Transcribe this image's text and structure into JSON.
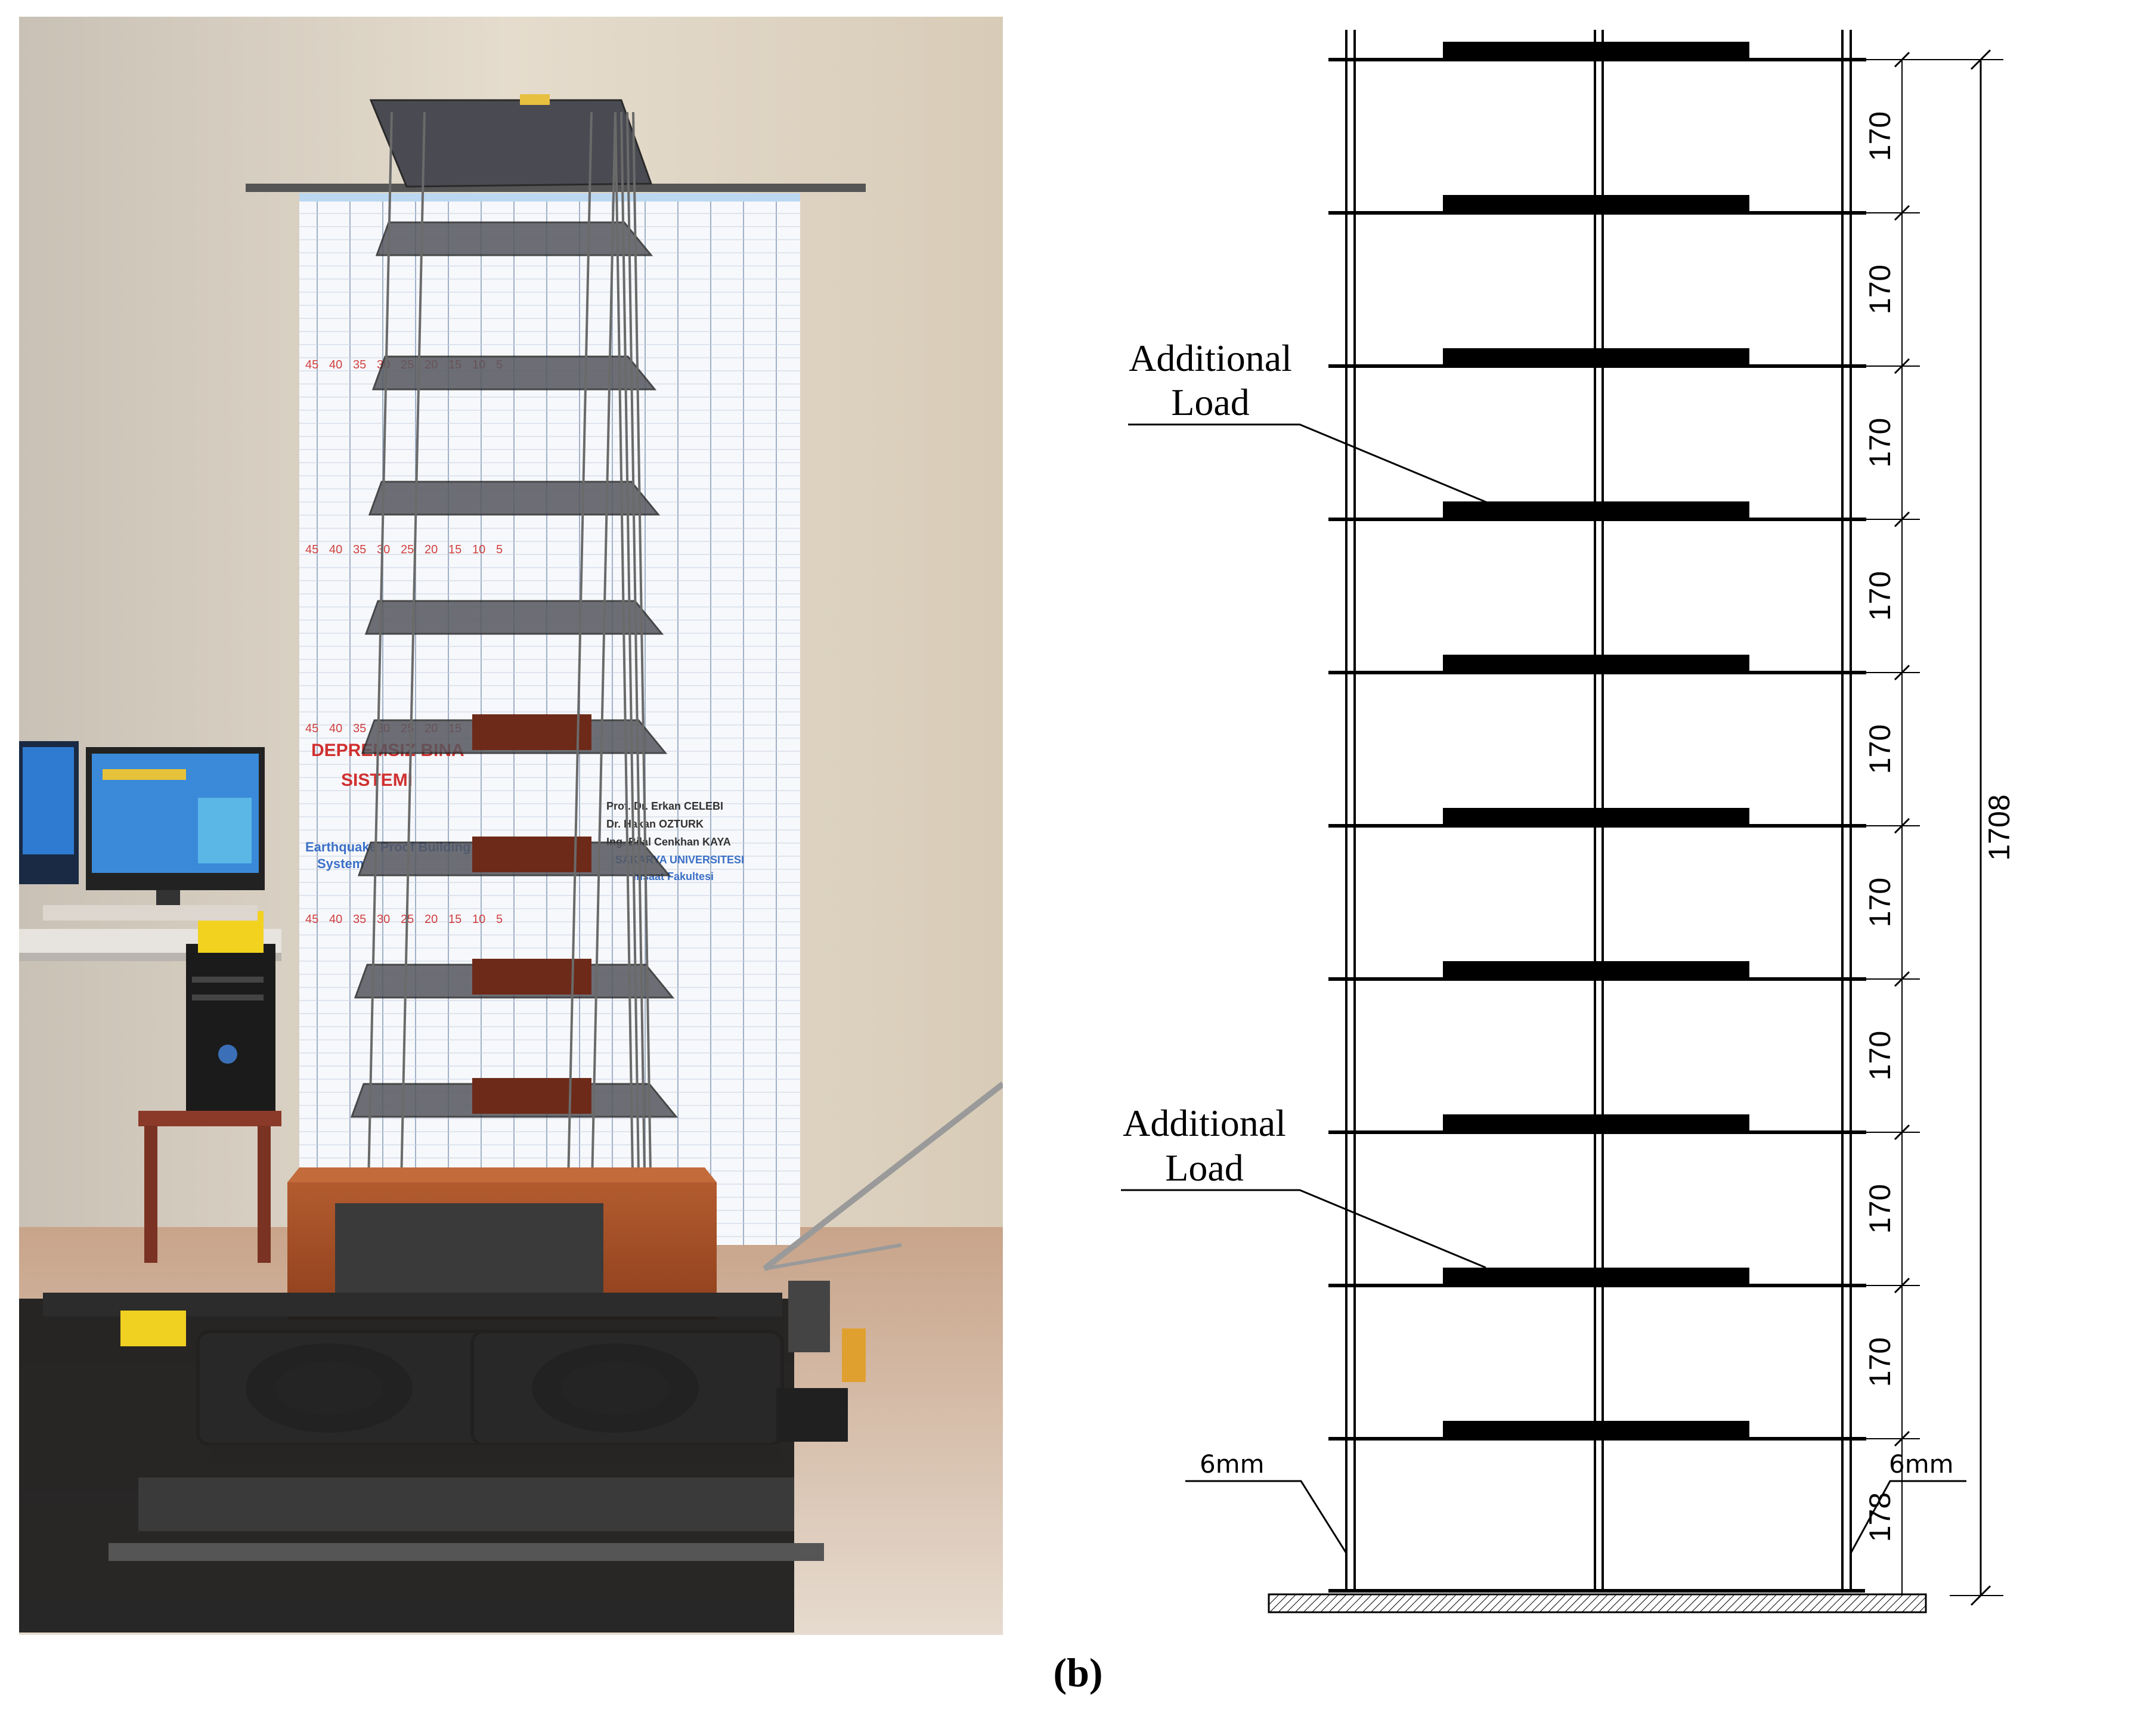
{
  "photo": {
    "banner_title_line1": "DEPREMSIZ BINA",
    "banner_title_line2": "SISTEMI",
    "banner_credits": [
      "Prof. Dr. Erkan CELEBI",
      "Dr. Hakan OZTURK",
      "Ing. Bilal Cenkhan KAYA",
      "SAKARYA UNIVERSITESI",
      "Insaat Fakultesi"
    ],
    "banner_left_text": [
      "Earthquake Proof Building",
      "System"
    ],
    "scale_numbers_red": [
      "45",
      "40",
      "35",
      "30",
      "25",
      "20",
      "15",
      "10",
      "5"
    ]
  },
  "drawing": {
    "annotations": [
      {
        "line1": "Additional",
        "line2": "Load"
      },
      {
        "line1": "Additional",
        "line2": "Load"
      }
    ],
    "story_heights": [
      "170",
      "170",
      "170",
      "170",
      "170",
      "170",
      "170",
      "170",
      "170",
      "178"
    ],
    "total_height": "1708",
    "column_size_left": "6mm",
    "column_size_right": "6mm"
  },
  "caption": {
    "label": "(b)"
  }
}
